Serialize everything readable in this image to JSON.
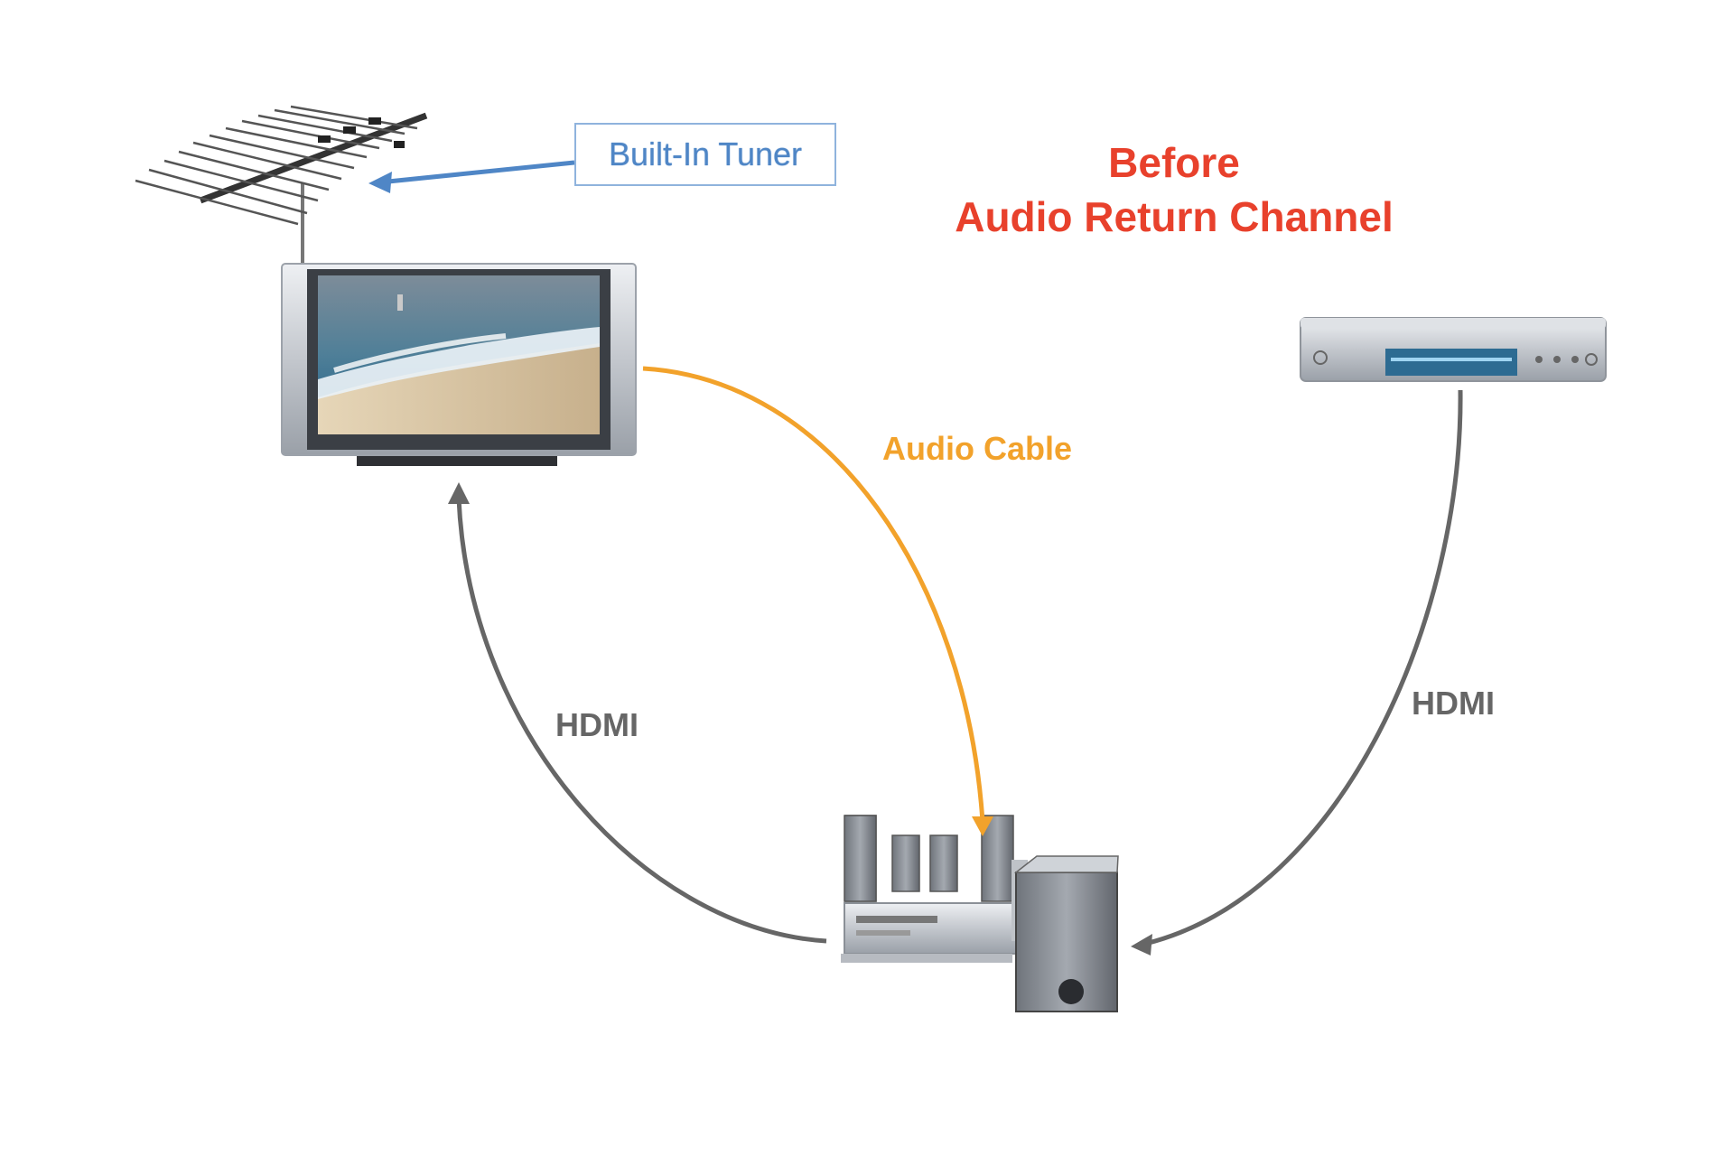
{
  "title": {
    "line1": "Before",
    "line2": "Audio Return Channel"
  },
  "labels": {
    "tuner": "Built-In Tuner",
    "audio_cable": "Audio Cable",
    "hdmi_left": "HDMI",
    "hdmi_right": "HDMI"
  },
  "colors": {
    "title": "#e8412c",
    "tuner": "#4f86c6",
    "audio_cable": "#f2a22b",
    "hdmi": "#666666"
  },
  "icons": [
    "antenna-icon",
    "flat-panel-tv-icon",
    "dvd-player-icon",
    "home-theater-system-icon"
  ]
}
